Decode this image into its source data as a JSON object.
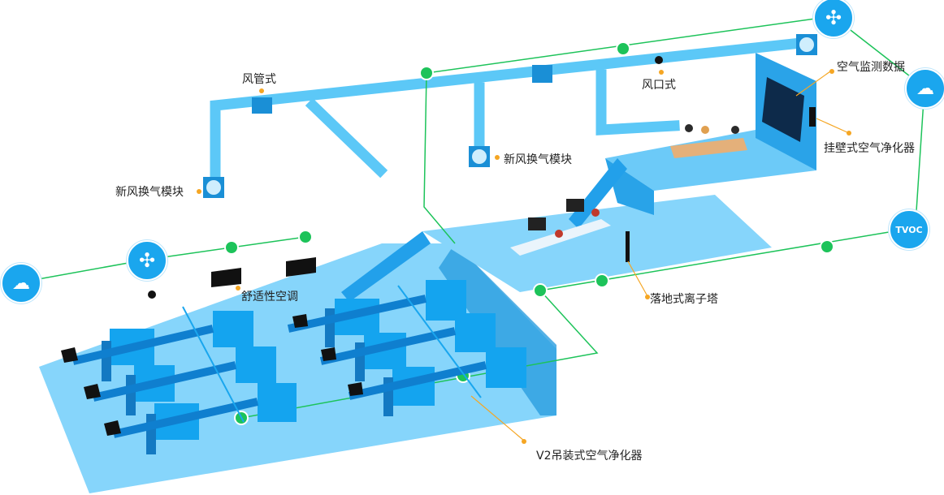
{
  "labels": {
    "duct_type": "风管式",
    "fresh_air_module_left": "新风换气模块",
    "fresh_air_module_mid": "新风换气模块",
    "vent_type": "风口式",
    "air_monitoring_data": "空气监测数据",
    "wall_purifier": "挂壁式空气净化器",
    "floor_ion_tower": "落地式离子塔",
    "comfort_ac": "舒适性空调",
    "v2_ceiling_purifier": "V2吊装式空气净化器"
  },
  "nodes": {
    "tvoc": "TVOC"
  },
  "colors": {
    "network": "#1dc35a",
    "duct": "#5cc8f7",
    "floor": "#86d5fb",
    "accent": "#f5a623",
    "node": "#1aa6ee"
  }
}
